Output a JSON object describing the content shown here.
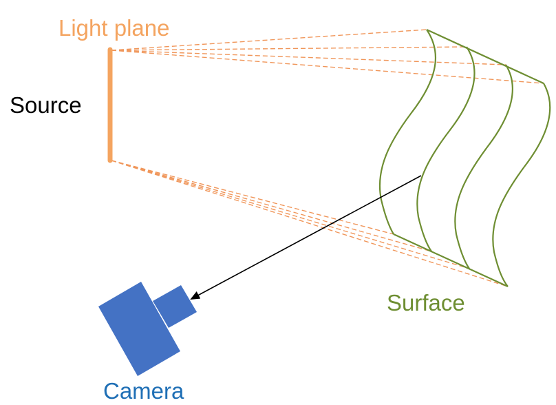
{
  "labels": {
    "light_plane": "Light plane",
    "source": "Source",
    "surface": "Surface",
    "camera": "Camera"
  },
  "colors": {
    "light": "#F4A460",
    "light_dashed": "#F0965A",
    "surface": "#6E8E32",
    "camera": "#4472C4",
    "camera_label": "#1F6FB5",
    "arrow": "#000000",
    "text": "#000000"
  }
}
